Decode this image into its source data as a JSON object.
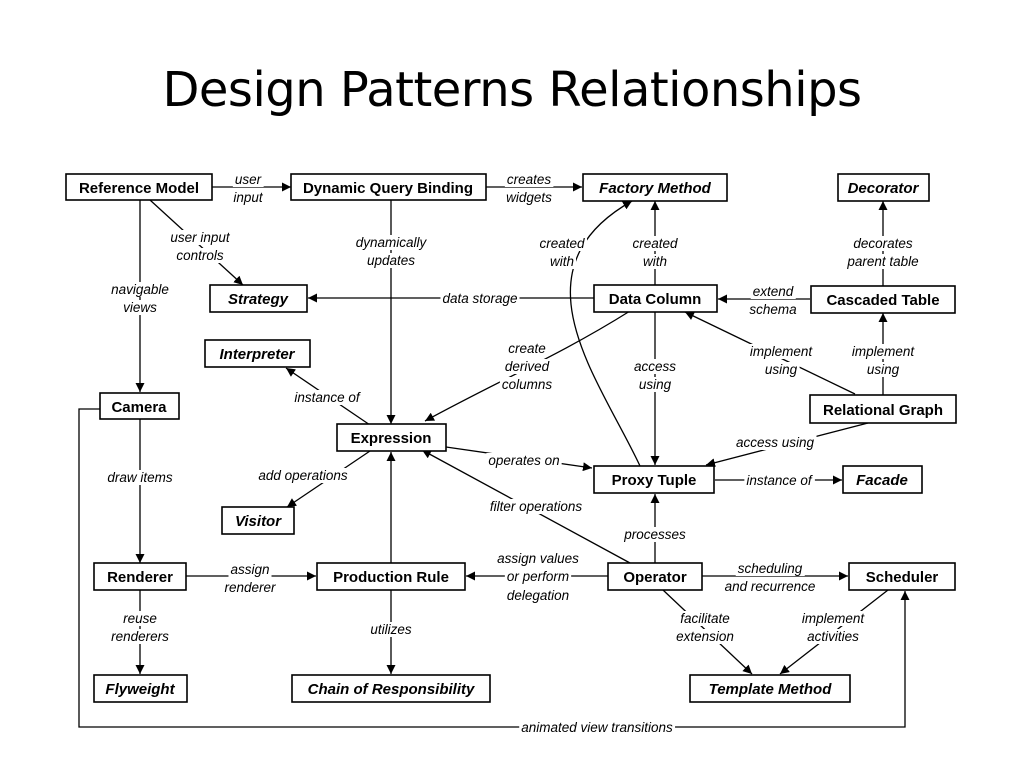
{
  "title": "Design Patterns Relationships",
  "nodes": {
    "reference_model": "Reference Model",
    "dynamic_query_binding": "Dynamic Query Binding",
    "factory_method": "Factory Method",
    "decorator": "Decorator",
    "strategy": "Strategy",
    "data_column": "Data Column",
    "cascaded_table": "Cascaded Table",
    "interpreter": "Interpreter",
    "camera": "Camera",
    "expression": "Expression",
    "relational_graph": "Relational Graph",
    "proxy_tuple": "Proxy Tuple",
    "facade": "Facade",
    "visitor": "Visitor",
    "renderer": "Renderer",
    "production_rule": "Production Rule",
    "operator": "Operator",
    "scheduler": "Scheduler",
    "flyweight": "Flyweight",
    "chain_of_responsibility": "Chain of Responsibility",
    "template_method": "Template Method"
  },
  "edges": {
    "user_input": [
      "user",
      "input"
    ],
    "creates_widgets": [
      "creates",
      "widgets"
    ],
    "user_input_controls": [
      "user input",
      "controls"
    ],
    "dynamically_updates": [
      "dynamically",
      "updates"
    ],
    "created_with_1": [
      "created",
      "with"
    ],
    "created_with_2": [
      "created",
      "with"
    ],
    "decorates_parent_table": [
      "decorates",
      "parent table"
    ],
    "navigable_views": [
      "navigable",
      "views"
    ],
    "data_storage": [
      "data storage"
    ],
    "extend_schema": [
      "extend",
      "schema"
    ],
    "create_derived_columns": [
      "create",
      "derived",
      "columns"
    ],
    "access_using_1": [
      "access",
      "using"
    ],
    "implement_using_1": [
      "implement",
      "using"
    ],
    "implement_using_2": [
      "implement",
      "using"
    ],
    "instance_of_1": [
      "instance of"
    ],
    "access_using_2": [
      "access using"
    ],
    "operates_on": [
      "operates on"
    ],
    "instance_of_2": [
      "instance of"
    ],
    "draw_items": [
      "draw items"
    ],
    "add_operations": [
      "add operations"
    ],
    "filter_operations": [
      "filter operations"
    ],
    "processes": [
      "processes"
    ],
    "assign_renderer": [
      "assign",
      "renderer"
    ],
    "assign_values": [
      "assign values",
      "or perform",
      "delegation"
    ],
    "scheduling_recurrence": [
      "scheduling",
      "and recurrence"
    ],
    "reuse_renderers": [
      "reuse",
      "renderers"
    ],
    "utilizes": [
      "utilizes"
    ],
    "facilitate_extension": [
      "facilitate",
      "extension"
    ],
    "implement_activities": [
      "implement",
      "activities"
    ],
    "animated_view_transitions": [
      "animated view transitions"
    ]
  }
}
